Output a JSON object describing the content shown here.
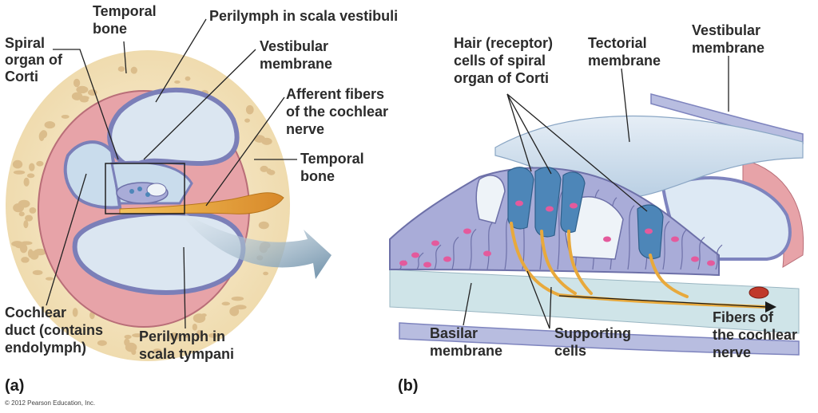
{
  "figure": {
    "panel_a": {
      "letter": "(a)",
      "labels": {
        "temporal_bone_top": [
          "Temporal",
          "bone"
        ],
        "spiral_organ": [
          "Spiral",
          "organ of",
          "Corti"
        ],
        "perilymph_vestibuli": [
          "Perilymph in scala vestibuli"
        ],
        "vestibular_membrane": [
          "Vestibular",
          "membrane"
        ],
        "afferent_fibers": [
          "Afferent fibers",
          "of the cochlear",
          "nerve"
        ],
        "temporal_bone_right": [
          "Temporal",
          "bone"
        ],
        "cochlear_duct": [
          "Cochlear",
          "duct (contains",
          "endolymph)"
        ],
        "perilymph_tympani": [
          "Perilymph in",
          "scala tympani"
        ]
      }
    },
    "panel_b": {
      "letter": "(b)",
      "labels": {
        "hair_cells": [
          "Hair (receptor)",
          "cells of spiral",
          "organ of Corti"
        ],
        "tectorial_membrane": [
          "Tectorial",
          "membrane"
        ],
        "vestibular_membrane": [
          "Vestibular",
          "membrane"
        ],
        "basilar_membrane": [
          "Basilar",
          "membrane"
        ],
        "supporting_cells": [
          "Supporting",
          "cells"
        ],
        "fibers_nerve": [
          "Fibers of",
          "the cochlear",
          "nerve"
        ]
      }
    },
    "copyright": "© 2012 Pearson Education, Inc.",
    "colors": {
      "bone": "#f4e6c4",
      "bone_pore": "#d8b98a",
      "membrane_pink": "#e7a3a8",
      "duct_blue": "#c9dcec",
      "cell_lavender": "#a9acd8",
      "hair_cell_blue": "#4d86b8",
      "nuclei_pink": "#e45a9c",
      "nerve_yellow": "#e8a93c",
      "arrow_blue": "#7e9fb5"
    }
  }
}
